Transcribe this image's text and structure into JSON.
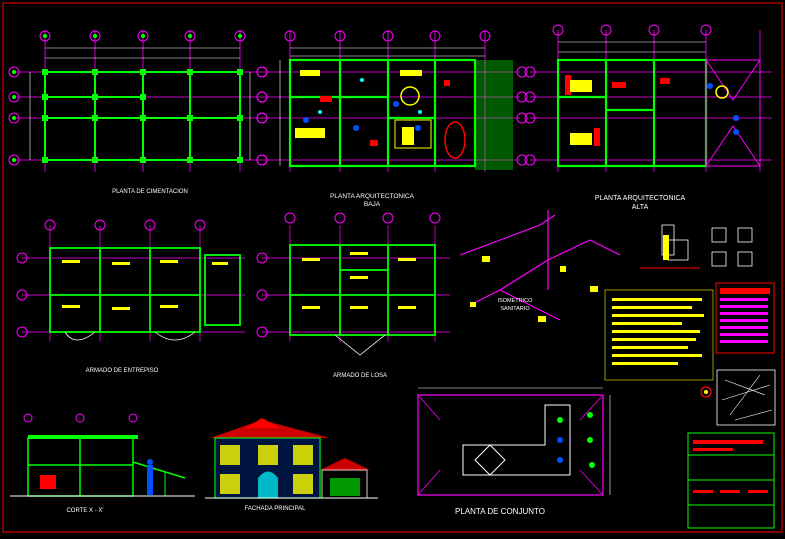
{
  "colors": {
    "background": "#000000",
    "wall": "#00ff00",
    "column": "#00ff00",
    "axis": "#ff00ff",
    "dimension": "#ffffff",
    "text": "#ffffff",
    "furniture": "#ffff00",
    "red": "#ff0000",
    "blue": "#0050ff",
    "cyan": "#00ffff",
    "border": "#ff0000"
  },
  "drawings": {
    "foundation": {
      "title": "PLANTA DE CIMENTACION"
    },
    "ground_floor": {
      "title": "PLANTA ARQUITECTONICA",
      "subtitle": "BAJA"
    },
    "upper_floor": {
      "title": "PLANTA ARQUITECTONICA",
      "subtitle": "ALTA"
    },
    "mezzanine_framing": {
      "title": "ARMADO DE ENTREPISO"
    },
    "slab_framing": {
      "title": "ARMADO DE LOSA"
    },
    "isometric": {
      "title": "ISOMETRICO",
      "subtitle": "SANITARIO"
    },
    "section": {
      "title": "CORTE X - X'"
    },
    "facade": {
      "title": "FACHADA PRINCIPAL"
    },
    "site_plan": {
      "title": "PLANTA DE CONJUNTO"
    }
  }
}
